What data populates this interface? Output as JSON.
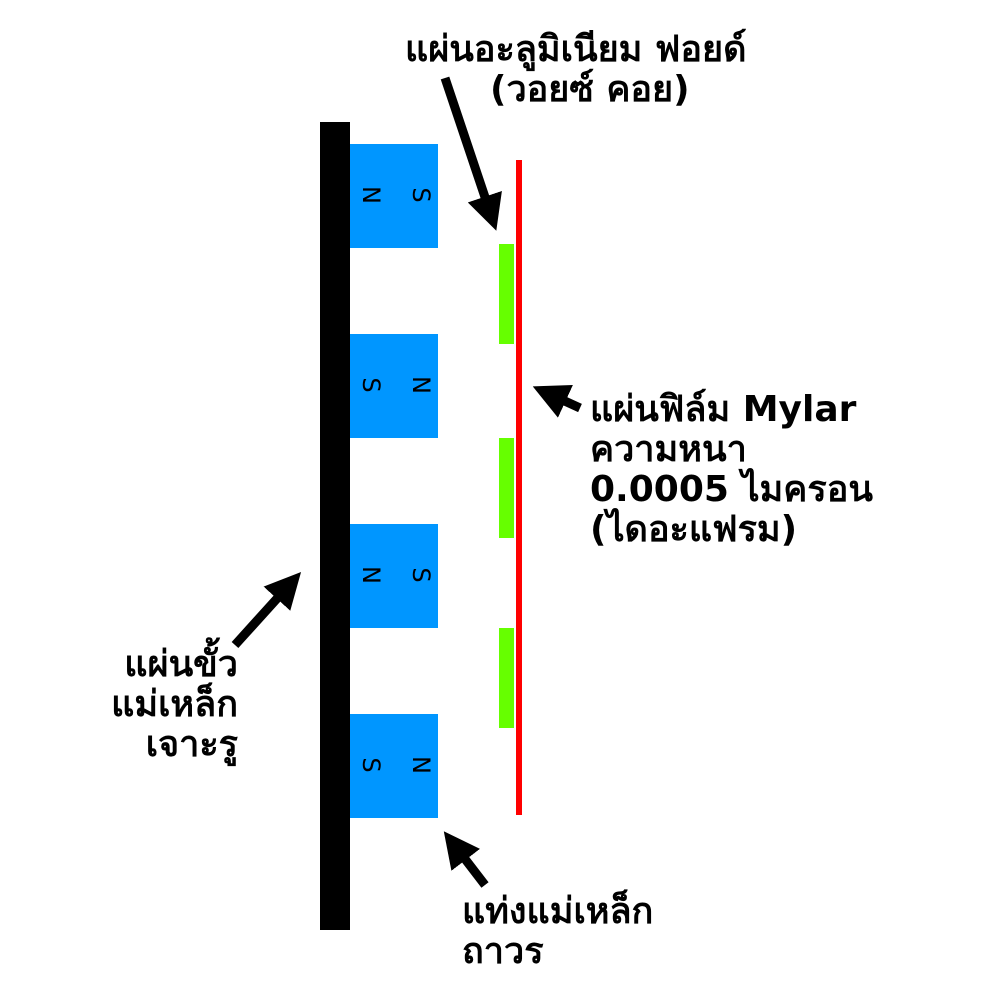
{
  "labels": {
    "foil_line1": "แผ่นอะลูมิเนียม ฟอยด์",
    "foil_line2": "(วอยซ์ คอย)",
    "film_line1": "แผ่นฟิล์ม Mylar",
    "film_line2": "ความหนา",
    "film_line3": "0.0005 ไมครอน",
    "film_line4": "(ไดอะแฟรม)",
    "plate_line1": "แผ่นขั้ว",
    "plate_line2": "แม่เหล็ก",
    "plate_line3": "เจาะรู",
    "magnet_line1": "แท่งแม่เหล็ก",
    "magnet_line2": "ถาวร"
  },
  "magnets": [
    {
      "left": "N",
      "right": "S"
    },
    {
      "left": "S",
      "right": "N"
    },
    {
      "left": "N",
      "right": "S"
    },
    {
      "left": "S",
      "right": "N"
    }
  ],
  "colors": {
    "magnet": "#0096ff",
    "foil": "#66ff00",
    "film": "#ff0000",
    "plate": "#000000"
  }
}
